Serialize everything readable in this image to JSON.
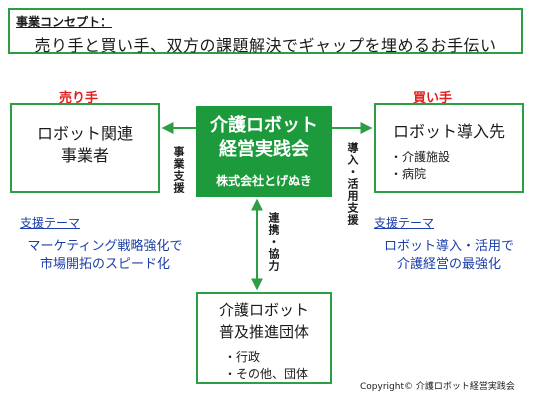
{
  "concept": {
    "label": "事業コンセプト：",
    "text": "売り手と買い手、双方の課題解決でギャップを埋めるお手伝い"
  },
  "seller": {
    "role_label": "売り手",
    "line1": "ロボット関連",
    "line2": "事業者"
  },
  "buyer": {
    "role_label": "買い手",
    "title": "ロボット導入先",
    "bullets": [
      "・介護施設",
      "・病院"
    ]
  },
  "hub": {
    "line1": "介護ロボット",
    "line2": "経営実践会",
    "subtitle": "株式会社とげぬき"
  },
  "org": {
    "line1": "介護ロボット",
    "line2": "普及推進団体",
    "bullets": [
      "・行政",
      "・その他、団体"
    ]
  },
  "arrows": {
    "left": "事業支援",
    "right": "導入・活用支援",
    "down": "連携・協力"
  },
  "themes": {
    "seller_label": "支援テーマ",
    "seller_line1": "マーケティング戦略強化で",
    "seller_line2": "市場開拓のスピード化",
    "buyer_label": "支援テーマ",
    "buyer_line1": "ロボット導入・活用で",
    "buyer_line2": "介護経営の最強化"
  },
  "copyright": "Copyright© 介護ロボット経営実践会",
  "colors": {
    "accent_green": "#2e9e45",
    "hub_green": "#1c9a3c",
    "role_red": "#e02020",
    "theme_blue": "#1a3ea8"
  }
}
